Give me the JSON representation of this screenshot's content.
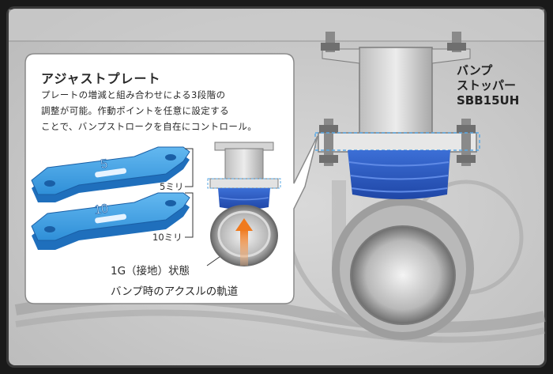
{
  "callout": {
    "title": "アジャストプレート",
    "description": [
      "プレートの増減と組み合わせによる3段階の",
      "調整が可能。作動ポイントを任意に設定する",
      "ことで、バンプストロークを自在にコントロール。"
    ],
    "plate_labels": [
      "5ミリ",
      "10ミリ"
    ],
    "plate_markings": [
      "5",
      "10"
    ],
    "state_label": "1G（接地）状態",
    "trajectory_label": "バンプ時のアクスルの軌道"
  },
  "product": {
    "lines": [
      "バンプ",
      "ストッパー",
      "SBB15UH"
    ]
  },
  "colors": {
    "plate_blue": "#2f8fd8",
    "bumper_blue": "#2a55b8",
    "arrow_orange": "#f07a1e",
    "frame": "#3a3a3a",
    "callout_bg": "#ffffff"
  }
}
